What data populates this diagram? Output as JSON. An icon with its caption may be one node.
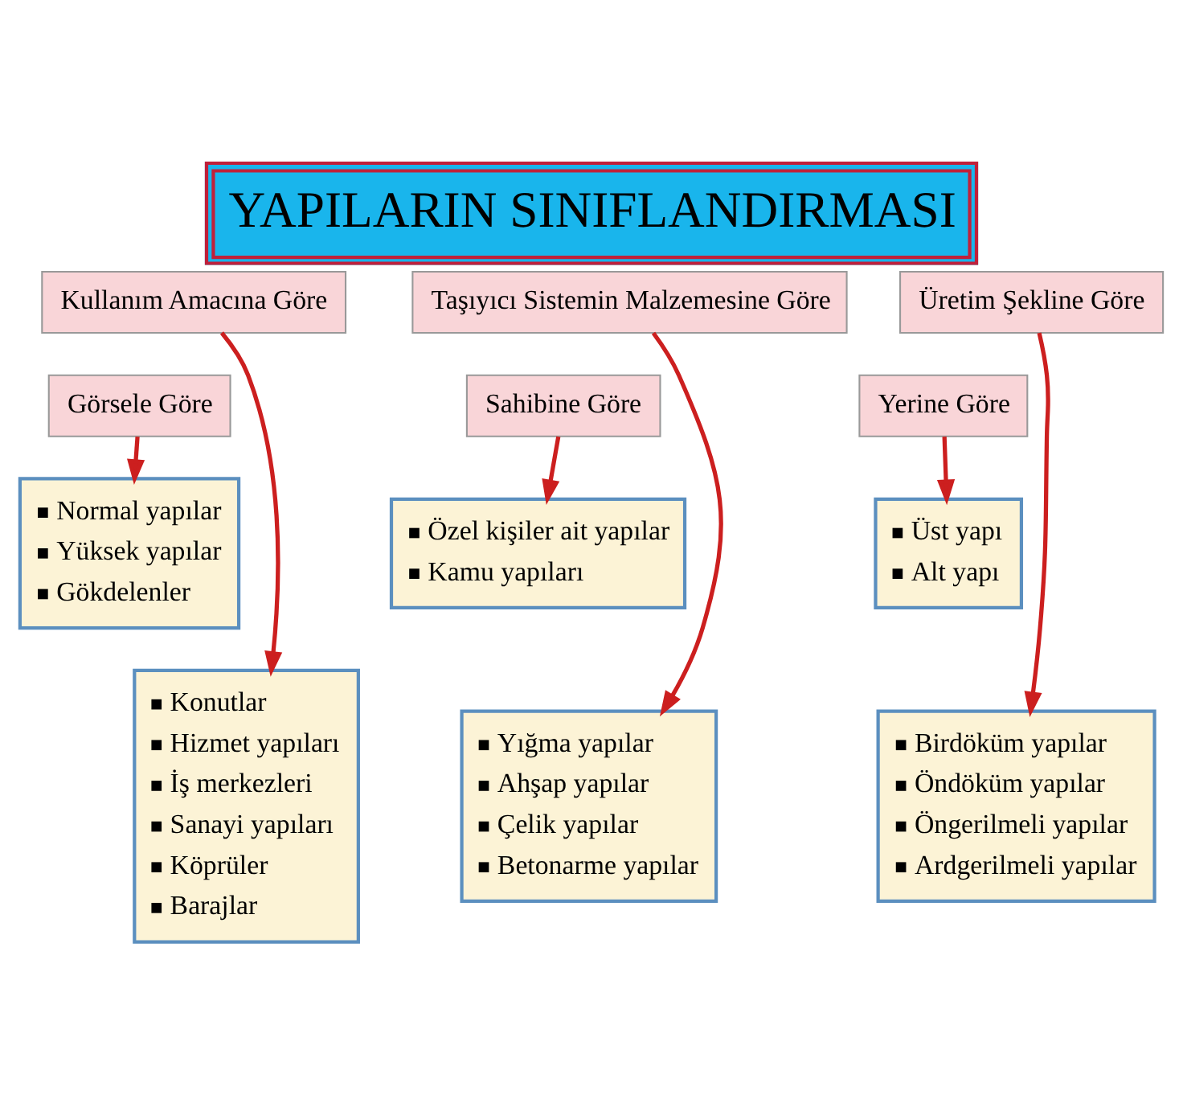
{
  "diagram": {
    "title": "YAPILARIN SINIFLANDIRMASI",
    "nodes": [
      {
        "text": [
          "Kullanım Amacına Göre"
        ]
      },
      {
        "text": [
          "Taşıyıcı Sistemin Malzemesine Göre"
        ]
      },
      {
        "text": [
          "Üretim Şekline Göre"
        ]
      },
      {
        "text": [
          "Görsele Göre"
        ]
      },
      {
        "text": [
          "Sahibine Göre"
        ]
      },
      {
        "text": [
          "Yerine Göre"
        ]
      },
      {
        "text": [
          "Normal yapılar",
          "Yüksek yapılar",
          "Gökdelenler"
        ]
      },
      {
        "text": [
          "Özel kişiler ait yapılar",
          "Kamu yapıları"
        ]
      },
      {
        "text": [
          "Üst yapı",
          "Alt yapı"
        ]
      },
      {
        "text": [
          "Konutlar",
          "Hizmet yapıları",
          "İş merkezleri",
          "Sanayi yapıları",
          "Köprüler",
          "Barajlar"
        ]
      },
      {
        "text": [
          "Yığma yapılar",
          "Ahşap yapılar",
          "Çelik yapılar",
          "Betonarme yapılar"
        ]
      },
      {
        "text": [
          "Birdöküm yapılar",
          "Öndöküm yapılar",
          "Öngerilmeli yapılar",
          "Ardgerilmeli yapılar"
        ]
      }
    ],
    "edges": [
      {
        "from": 0,
        "to": 9,
        "arrow": "to"
      },
      {
        "from": 1,
        "to": 10,
        "arrow": "to"
      },
      {
        "from": 2,
        "to": 11,
        "arrow": "to"
      },
      {
        "from": 3,
        "to": 6,
        "arrow": "to"
      },
      {
        "from": 4,
        "to": 7,
        "arrow": "to"
      },
      {
        "from": 5,
        "to": 8,
        "arrow": "to"
      }
    ]
  }
}
